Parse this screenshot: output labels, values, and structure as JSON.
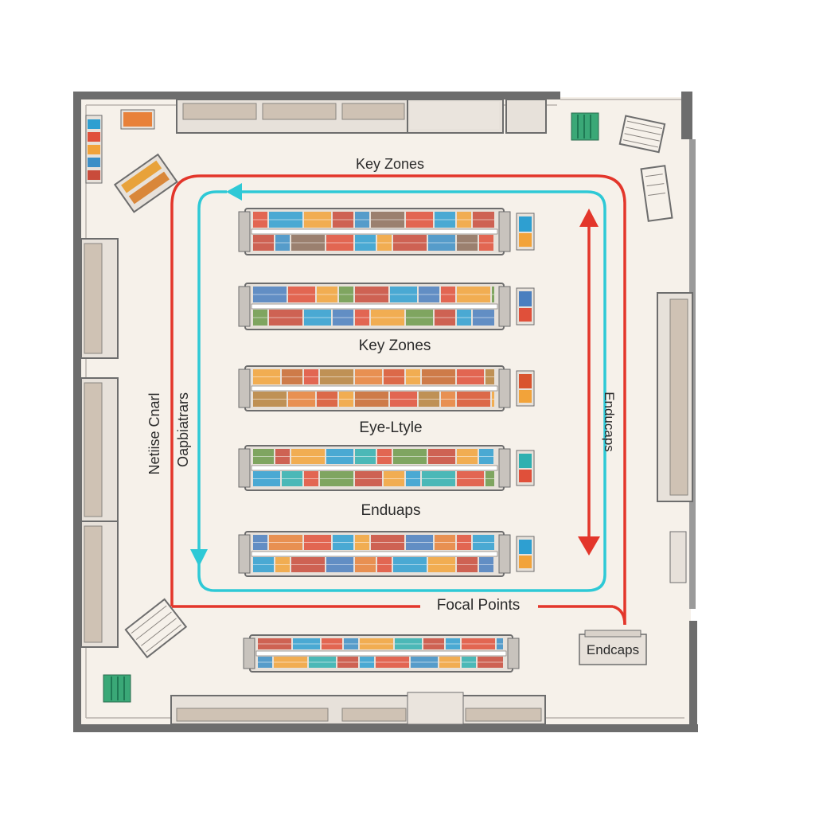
{
  "labels": {
    "key_zones_top": "Key Zones",
    "key_zones_center": "Key Zones",
    "eye_level": "Eye-Ltyle",
    "endcaps_center": "Enduaps",
    "endcaps_vertical": "Enducaps",
    "focal_points": "Focal Points",
    "endcaps_box": "Endcaps",
    "left_vertical_outer": "Netiise Cnarl",
    "left_vertical_inner": "Oapbiatrars"
  },
  "colors": {
    "wall": "#6d6d6d",
    "floor": "#f6f1ea",
    "red_path": "#e3362b",
    "cyan_path": "#2ec9d6",
    "fixture": "#c8c3bd",
    "fixture_dark": "#8a8580"
  },
  "aisles": [
    {
      "name": "aisle-1",
      "palette": [
        "#e0503a",
        "#2e9fd1",
        "#f2a33a",
        "#c94b3b",
        "#3c8fc7",
        "#8d6e5c"
      ]
    },
    {
      "name": "aisle-2",
      "palette": [
        "#2e9fd1",
        "#4a7fbf",
        "#e0503a",
        "#f2a33a",
        "#6c9a4a",
        "#c94b3b"
      ]
    },
    {
      "name": "aisle-3",
      "palette": [
        "#e8813a",
        "#d9542f",
        "#f2a33a",
        "#c9692f",
        "#e0503a",
        "#b7833d"
      ]
    },
    {
      "name": "aisle-4",
      "palette": [
        "#2e9fd1",
        "#2fb0b0",
        "#e0503a",
        "#6c9a4a",
        "#c94b3b",
        "#f2a33a"
      ]
    },
    {
      "name": "aisle-5",
      "palette": [
        "#e0503a",
        "#2e9fd1",
        "#f2a33a",
        "#c94b3b",
        "#4a7fbf",
        "#e8813a"
      ]
    },
    {
      "name": "checkout-aisle",
      "palette": [
        "#2e9fd1",
        "#e0503a",
        "#3c8fc7",
        "#f2a33a",
        "#2fb0b0",
        "#c94b3b"
      ]
    }
  ]
}
